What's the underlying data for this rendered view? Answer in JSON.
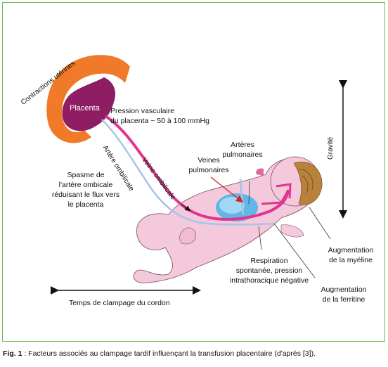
{
  "labels": {
    "contractions": "Contractions utérines",
    "placenta": "Placenta",
    "pression_1": "Pression vasculaire",
    "pression_2": "du placenta ~ 50 à 100 mmHg",
    "artere_ombilicale": "Artère ombilicale",
    "veine_ombilicale": "Veine ombilicale",
    "spasme_1": "Spasme de",
    "spasme_2": "l'artère ombicale",
    "spasme_3": "réduisant le flux vers",
    "spasme_4": "le placenta",
    "veines_1": "Veines",
    "veines_2": "pulmonaires",
    "arteres_1": "Artères",
    "arteres_2": "pulmonaires",
    "gravite": "Gravité",
    "myeline_1": "Augmentation",
    "myeline_2": "de la myéline",
    "respiration_1": "Respiration",
    "respiration_2": "spontanée, pression",
    "respiration_3": "intrathoracique négative",
    "ferritine_1": "Augmentation",
    "ferritine_2": "de la ferritine",
    "temps": "Temps de clampage du cordon"
  },
  "caption": {
    "prefix": "Fig. 1",
    "text": " : Facteurs associés au clampage tardif influençant la transfusion placentaire (d'après [3])."
  },
  "colors": {
    "frame": "#6dbb45",
    "uterus": "#f07a2a",
    "placenta": "#8e1d63",
    "vein": "#e2338f",
    "artery": "#a7c4e8",
    "baby": "#f4c9dc",
    "lung": "#4fb4e8"
  }
}
